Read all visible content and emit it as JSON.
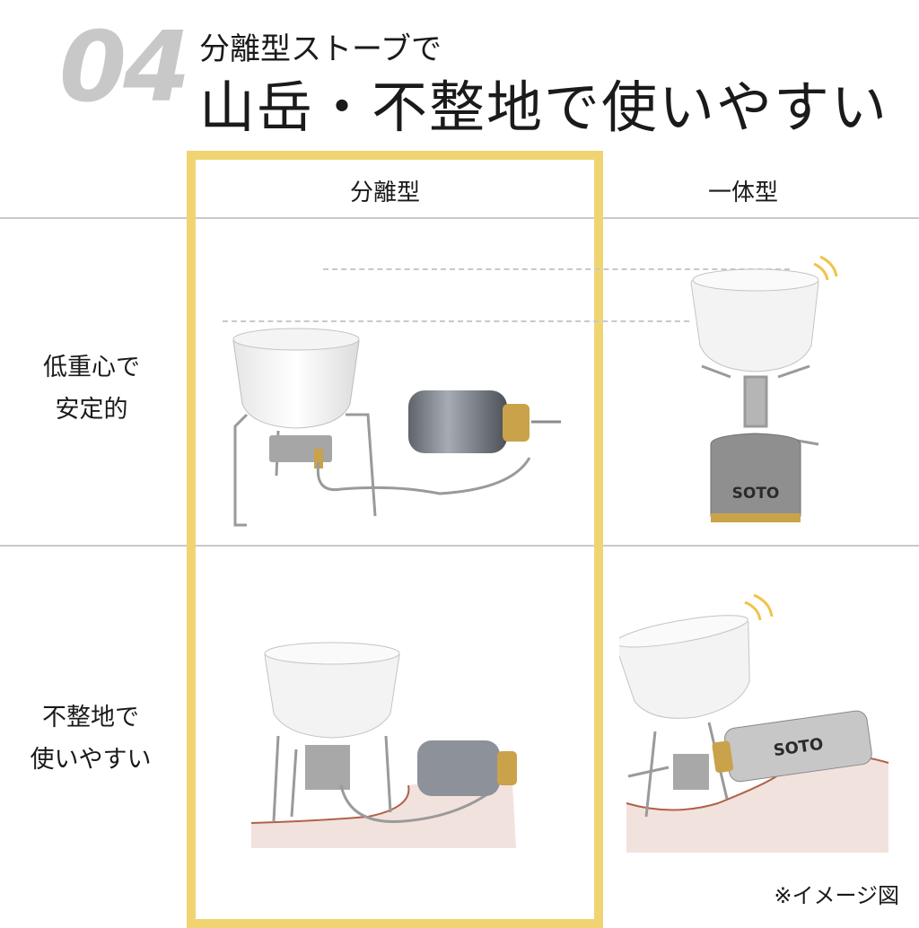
{
  "header": {
    "number": "04",
    "subtitle": "分離型ストーブで",
    "title": "山岳・不整地で使いやすい"
  },
  "columns": {
    "separated": "分離型",
    "integrated": "一体型"
  },
  "rows": {
    "stability_line1": "低重心で",
    "stability_line2": "安定的",
    "terrain_line1": "不整地で",
    "terrain_line2": "使いやすい"
  },
  "canister_brand": "SOTO",
  "note": "※イメージ図",
  "colors": {
    "highlight": "#f1d472",
    "number": "#c8c8c8",
    "divider": "#c9c9c9",
    "ground": "#f2e2de",
    "ground_line": "#b0624a",
    "wobble": "#f0c34a"
  }
}
